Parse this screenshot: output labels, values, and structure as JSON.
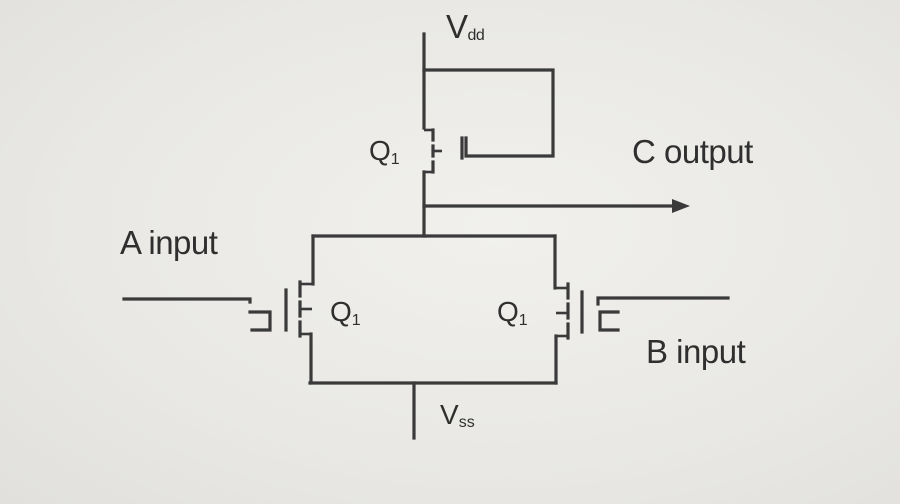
{
  "labels": {
    "vdd": "V",
    "vdd_sub": "dd",
    "vss": "V",
    "vss_sub": "ss",
    "q_top": "Q",
    "q_top_sub": "1",
    "q_left": "Q",
    "q_left_sub": "1",
    "q_right": "Q",
    "q_right_sub": "1",
    "a_input": "A input",
    "b_input": "B input",
    "c_output": "C output"
  },
  "colors": {
    "ink": "#3a3a3a",
    "paper": "#ecebe8"
  }
}
